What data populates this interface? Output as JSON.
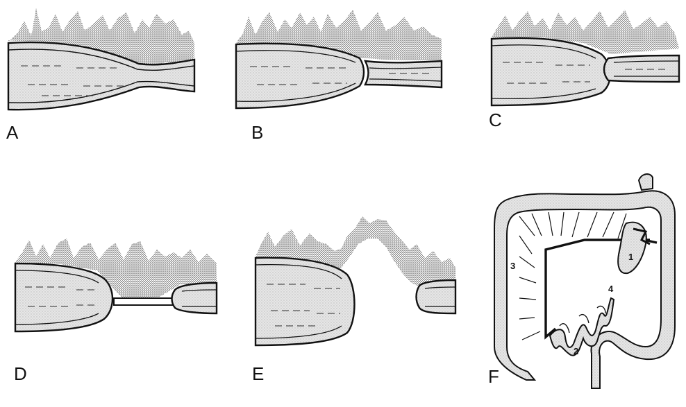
{
  "panels": [
    {
      "id": "A",
      "label": "A"
    },
    {
      "id": "B",
      "label": "B"
    },
    {
      "id": "C",
      "label": "C"
    },
    {
      "id": "D",
      "label": "D"
    },
    {
      "id": "E",
      "label": "E"
    },
    {
      "id": "F",
      "label": "F"
    }
  ],
  "panel_f_numbers": [
    "1",
    "2",
    "3",
    "4"
  ]
}
